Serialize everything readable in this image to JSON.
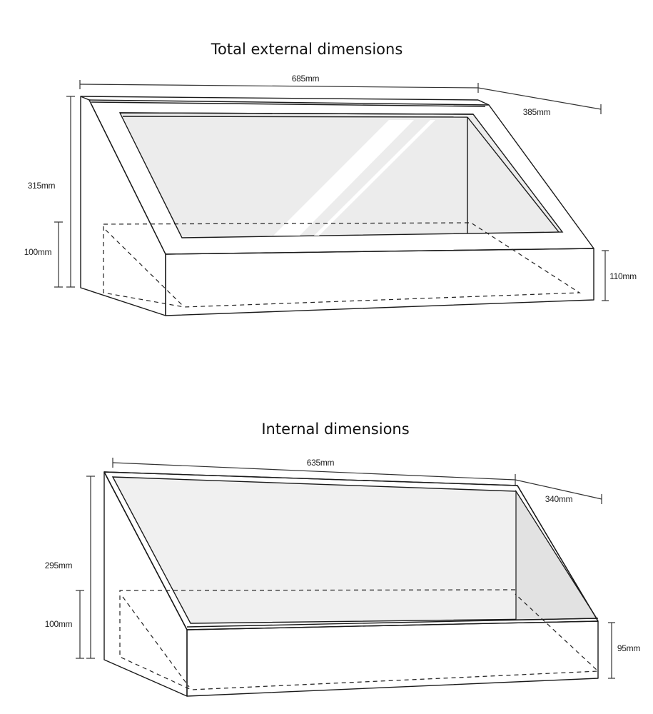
{
  "external": {
    "title": "Total external dimensions",
    "width_label": "685mm",
    "depth_label": "385mm",
    "height_label": "315mm",
    "base_back_height_label": "100mm",
    "base_front_height_label": "110mm"
  },
  "internal": {
    "title": "Internal dimensions",
    "width_label": "635mm",
    "depth_label": "340mm",
    "height_label": "295mm",
    "base_back_height_label": "100mm",
    "base_front_height_label": "95mm"
  },
  "colors": {
    "line": "#1a1a1a",
    "glass": "#ececec",
    "background": "#ffffff"
  }
}
